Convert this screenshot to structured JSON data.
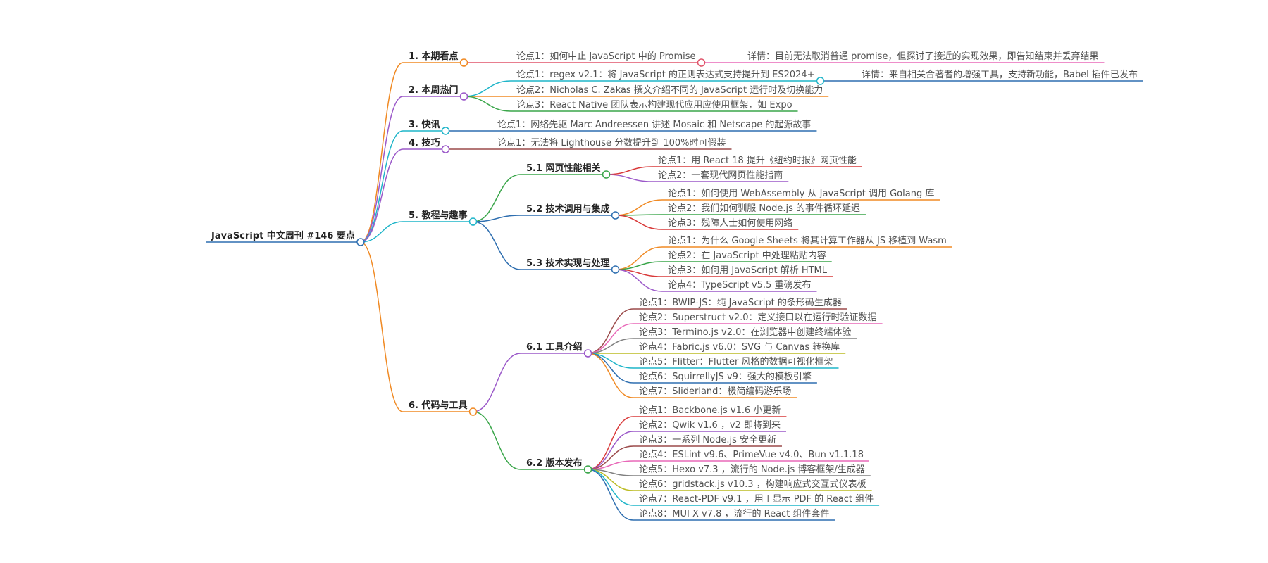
{
  "root": {
    "label": "JavaScript 中文周刊 #146 要点",
    "color": "#2f6fb0"
  },
  "nodes": [
    {
      "id": "b1",
      "parent": "root",
      "label": "1. 本期看点",
      "bold": true,
      "color": "#f08a24"
    },
    {
      "id": "b1-1",
      "parent": "b1",
      "label": "论点1：如何中止 JavaScript 中的 Promise",
      "color": "#e0546a"
    },
    {
      "id": "b1-1-1",
      "parent": "b1-1",
      "label": "详情：目前无法取消普通 promise，但探讨了接近的实现效果，即告知结束并丢弃结果",
      "color": "#e868b8"
    },
    {
      "id": "b2",
      "parent": "root",
      "label": "2. 本周热门",
      "bold": true,
      "color": "#9b59c9"
    },
    {
      "id": "b2-1",
      "parent": "b2",
      "label": "论点1：regex v2.1：将 JavaScript 的正则表达式支持提升到 ES2024+",
      "color": "#1fb5c9"
    },
    {
      "id": "b2-1-1",
      "parent": "b2-1",
      "label": "详情：来自相关合著者的增强工具，支持新功能，Babel 插件已发布",
      "color": "#2f6fb0"
    },
    {
      "id": "b2-2",
      "parent": "b2",
      "label": "论点2：Nicholas C. Zakas 撰文介绍不同的 JavaScript 运行时及切换能力",
      "color": "#f08a24"
    },
    {
      "id": "b2-3",
      "parent": "b2",
      "label": "论点3：React Native 团队表示构建现代应用应使用框架，如 Expo",
      "color": "#3aa64a"
    },
    {
      "id": "b3",
      "parent": "root",
      "label": "3. 快讯",
      "bold": true,
      "color": "#1fb5c9"
    },
    {
      "id": "b3-1",
      "parent": "b3",
      "label": "论点1：网络先驱 Marc Andreessen 讲述 Mosaic 和 Netscape 的起源故事",
      "color": "#2f6fb0"
    },
    {
      "id": "b4",
      "parent": "root",
      "label": "4. 技巧",
      "bold": true,
      "color": "#9b59c9"
    },
    {
      "id": "b4-1",
      "parent": "b4",
      "label": "论点1：无法将 Lighthouse 分数提升到 100%时可假装",
      "color": "#9b4a4a"
    },
    {
      "id": "b5",
      "parent": "root",
      "label": "5. 教程与趣事",
      "bold": true,
      "color": "#1fb5c9"
    },
    {
      "id": "b5-1",
      "parent": "b5",
      "label": "5.1 网页性能相关",
      "bold": true,
      "color": "#3aa64a"
    },
    {
      "id": "b5-1-1",
      "parent": "b5-1",
      "label": "论点1：用 React 18 提升《纽约时报》网页性能",
      "color": "#d93a3a"
    },
    {
      "id": "b5-1-2",
      "parent": "b5-1",
      "label": "论点2：一套现代网页性能指南",
      "color": "#9b59c9"
    },
    {
      "id": "b5-2",
      "parent": "b5",
      "label": "5.2 技术调用与集成",
      "bold": true,
      "color": "#2f6fb0"
    },
    {
      "id": "b5-2-1",
      "parent": "b5-2",
      "label": "论点1：如何使用 WebAssembly 从 JavaScript 调用 Golang 库",
      "color": "#f08a24"
    },
    {
      "id": "b5-2-2",
      "parent": "b5-2",
      "label": "论点2：我们如何驯服 Node.js 的事件循环延迟",
      "color": "#3aa64a"
    },
    {
      "id": "b5-2-3",
      "parent": "b5-2",
      "label": "论点3：残障人士如何使用网络",
      "color": "#d93a3a"
    },
    {
      "id": "b5-3",
      "parent": "b5",
      "label": "5.3 技术实现与处理",
      "bold": true,
      "color": "#2f6fb0"
    },
    {
      "id": "b5-3-1",
      "parent": "b5-3",
      "label": "论点1：为什么 Google Sheets 将其计算工作器从 JS 移植到 Wasm",
      "color": "#f08a24"
    },
    {
      "id": "b5-3-2",
      "parent": "b5-3",
      "label": "论点2：在 JavaScript 中处理粘贴内容",
      "color": "#3aa64a"
    },
    {
      "id": "b5-3-3",
      "parent": "b5-3",
      "label": "论点3：如何用 JavaScript 解析 HTML",
      "color": "#d93a3a"
    },
    {
      "id": "b5-3-4",
      "parent": "b5-3",
      "label": "论点4：TypeScript v5.5 重磅发布",
      "color": "#9b59c9"
    },
    {
      "id": "b6",
      "parent": "root",
      "label": "6. 代码与工具",
      "bold": true,
      "color": "#f08a24"
    },
    {
      "id": "b6-1",
      "parent": "b6",
      "label": "6.1 工具介绍",
      "bold": true,
      "color": "#9b59c9"
    },
    {
      "id": "b6-1-1",
      "parent": "b6-1",
      "label": "论点1：BWIP-JS：纯 JavaScript 的条形码生成器",
      "color": "#9b4a4a"
    },
    {
      "id": "b6-1-2",
      "parent": "b6-1",
      "label": "论点2：Superstruct v2.0：定义接口以在运行时验证数据",
      "color": "#e868b8"
    },
    {
      "id": "b6-1-3",
      "parent": "b6-1",
      "label": "论点3：Termino.js v2.0：在浏览器中创建终端体验",
      "color": "#808080"
    },
    {
      "id": "b6-1-4",
      "parent": "b6-1",
      "label": "论点4：Fabric.js v6.0：SVG 与 Canvas 转换库",
      "color": "#bcbc22"
    },
    {
      "id": "b6-1-5",
      "parent": "b6-1",
      "label": "论点5：Flitter：Flutter 风格的数据可视化框架",
      "color": "#1fb5c9"
    },
    {
      "id": "b6-1-6",
      "parent": "b6-1",
      "label": "论点6：SquirrellyJS v9：强大的模板引擎",
      "color": "#2f6fb0"
    },
    {
      "id": "b6-1-7",
      "parent": "b6-1",
      "label": "论点7：Sliderland：极简编码游乐场",
      "color": "#f08a24"
    },
    {
      "id": "b6-2",
      "parent": "b6",
      "label": "6.2 版本发布",
      "bold": true,
      "color": "#3aa64a"
    },
    {
      "id": "b6-2-1",
      "parent": "b6-2",
      "label": "论点1：Backbone.js v1.6 小更新",
      "color": "#d93a3a"
    },
    {
      "id": "b6-2-2",
      "parent": "b6-2",
      "label": "论点2：Qwik v1.6 ，v2 即将到来",
      "color": "#9b59c9"
    },
    {
      "id": "b6-2-3",
      "parent": "b6-2",
      "label": "论点3：一系列 Node.js 安全更新",
      "color": "#9b4a4a"
    },
    {
      "id": "b6-2-4",
      "parent": "b6-2",
      "label": "论点4：ESLint v9.6、PrimeVue v4.0、Bun v1.1.18",
      "color": "#e868b8"
    },
    {
      "id": "b6-2-5",
      "parent": "b6-2",
      "label": "论点5：Hexo v7.3 ，流行的 Node.js 博客框架/生成器",
      "color": "#808080"
    },
    {
      "id": "b6-2-6",
      "parent": "b6-2",
      "label": "论点6：gridstack.js v10.3 ，构建响应式交互式仪表板",
      "color": "#bcbc22"
    },
    {
      "id": "b6-2-7",
      "parent": "b6-2",
      "label": "论点7：React-PDF v9.1 ，用于显示 PDF 的 React 组件",
      "color": "#1fb5c9"
    },
    {
      "id": "b6-2-8",
      "parent": "b6-2",
      "label": "论点8：MUI X v7.8 ，流行的 React 组件套件",
      "color": "#2f6fb0"
    }
  ]
}
